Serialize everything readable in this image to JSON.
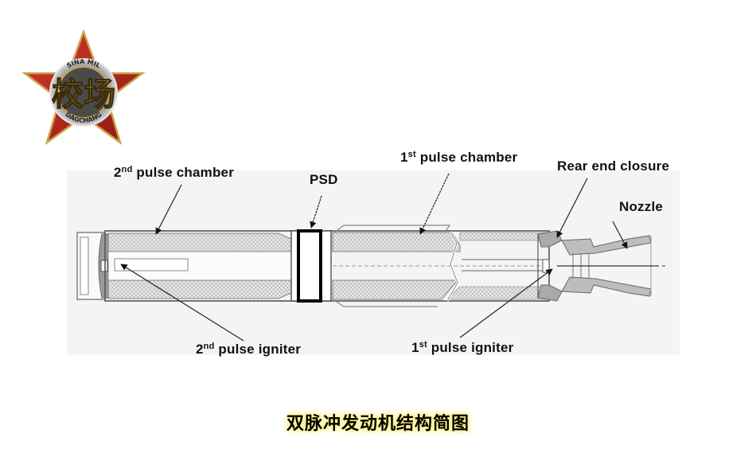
{
  "logo": {
    "text": "校场",
    "ring_top": "SINA MIL",
    "ring_bottom": "DAGCHANG",
    "colors": {
      "star": "#b8261c",
      "gold": "#c9a24a",
      "ring": "#9b9b9b"
    }
  },
  "diagram": {
    "title": "双脉冲发动机结构简图",
    "labels": {
      "second_chamber": {
        "num": "2",
        "sup": "nd",
        "text": " pulse chamber"
      },
      "psd": {
        "text": "PSD"
      },
      "first_chamber": {
        "num": "1",
        "sup": "st",
        "text": " pulse chamber"
      },
      "rear_closure": {
        "text": "Rear end closure"
      },
      "nozzle": {
        "text": "Nozzle"
      },
      "second_igniter": {
        "num": "2",
        "sup": "nd",
        "text": " pulse igniter"
      },
      "first_igniter": {
        "num": "1",
        "sup": "st",
        "text": " pulse igniter"
      }
    },
    "colors": {
      "grain": "#d9d9d9",
      "outline": "#555555",
      "psd": "#000000",
      "caption_glow": "#fff27a"
    }
  }
}
